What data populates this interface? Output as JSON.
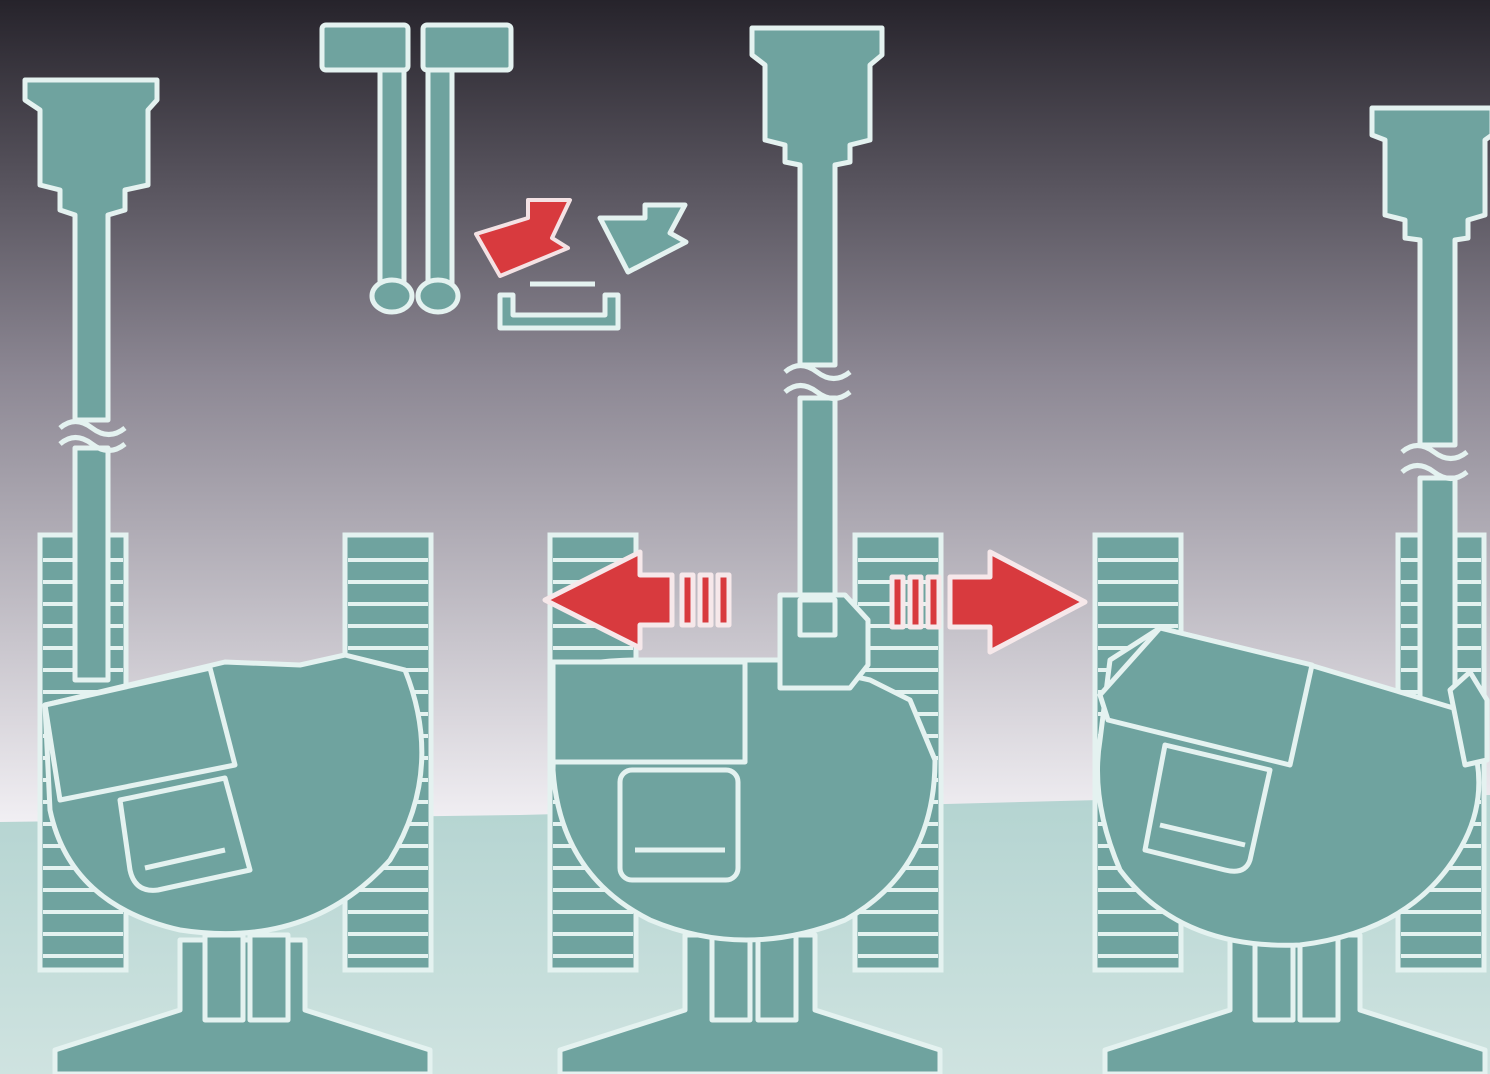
{
  "colors": {
    "sky_top": "#26232b",
    "sky_mid": "#8c8793",
    "sky_bottom": "#f3f1f5",
    "ground_top": "#b4d4d1",
    "ground_bottom": "#cfe3e0",
    "part_fill": "#6fa39f",
    "part_outline": "#e4f2f0",
    "arrow_red": "#d83a3e",
    "arrow_teal": "#6fa39f"
  },
  "icons": {
    "handle": "t-handle-icon",
    "insert_arrow": "insert-arrow-icon",
    "lock_clip": "lock-clip-icon",
    "move_left": "arrow-left-icon",
    "move_right": "arrow-right-icon",
    "break_mark": "break-line-icon"
  },
  "figures": [
    {
      "name": "left-assembly",
      "state": "tilted-left"
    },
    {
      "name": "center-assembly",
      "state": "upright"
    },
    {
      "name": "right-assembly",
      "state": "tilted-right"
    }
  ]
}
